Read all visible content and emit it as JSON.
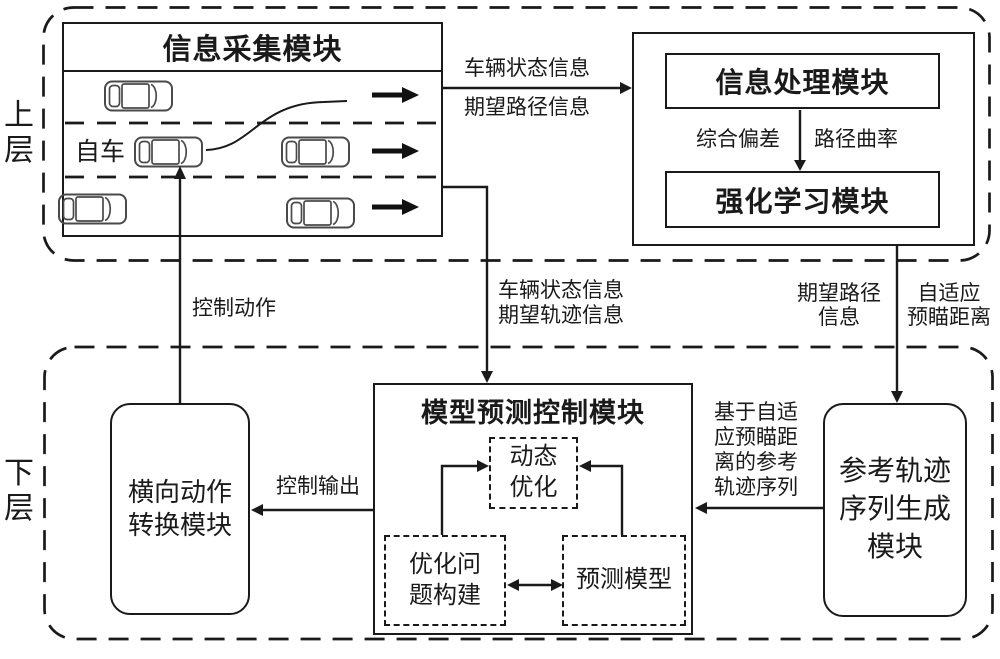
{
  "layer_labels": {
    "upper": "上层",
    "lower": "下层"
  },
  "info_collection": {
    "title": "信息采集模块",
    "ego_label": "自车"
  },
  "upper_right": {
    "processing_title": "信息处理模块",
    "rl_title": "强化学习模块"
  },
  "mpc": {
    "title": "模型预测控制模块",
    "dynamic_optimization": "动态\n优化",
    "optimization_problem": "优化问\n题构建",
    "prediction_model": "预测模型"
  },
  "lateral_module_title": "横向动作\n转换模块",
  "ref_traj_module_title": "参考轨迹\n序列生成\n模块",
  "flows": {
    "vehicle_state_info": "车辆状态信息",
    "desired_path_info": "期望路径信息",
    "comprehensive_deviation": "综合偏差",
    "path_curvature": "路径曲率",
    "control_action": "控制动作",
    "vehicle_state_and_desired_traj": "车辆状态信息\n期望轨迹信息",
    "desired_path_info_2": "期望路径\n信息",
    "adaptive_preview_distance": "自适应\n预瞄距离",
    "ref_traj_from_preview": "基于自适\n应预瞄距\n离的参考\n轨迹序列",
    "control_output": "控制输出"
  },
  "colors": {
    "line": "#1a1a1a",
    "background": "#ffffff"
  }
}
